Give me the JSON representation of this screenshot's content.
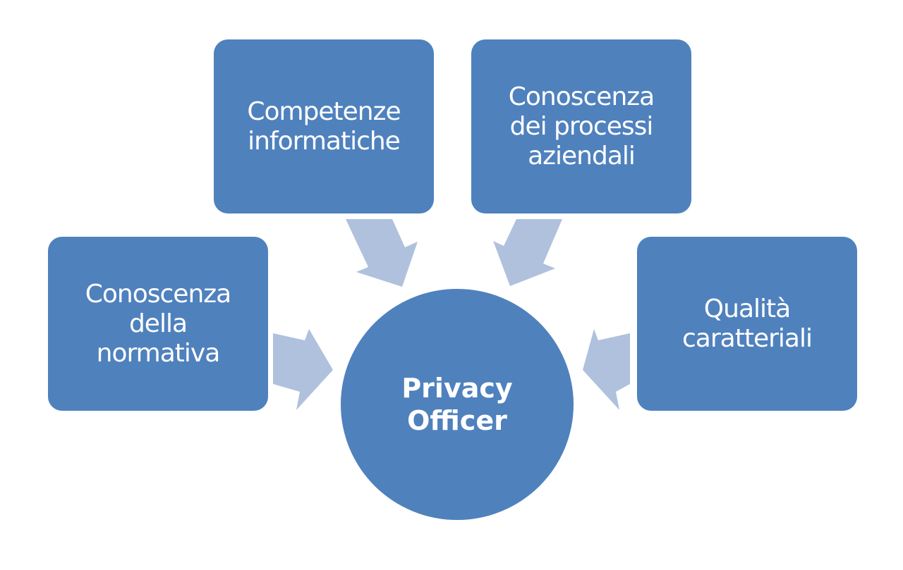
{
  "colors": {
    "node": "#4F81BD",
    "arrow": "#B0C1DD",
    "text": "#FFFFFF"
  },
  "center": {
    "label": "Privacy\nOfficer"
  },
  "nodes": [
    {
      "label": "Conoscenza\ndella\nnormativa"
    },
    {
      "label": "Competenze\ninformatiche"
    },
    {
      "label": "Conoscenza\ndei processi\naziendali"
    },
    {
      "label": "Qualità\ncaratteriali"
    }
  ]
}
